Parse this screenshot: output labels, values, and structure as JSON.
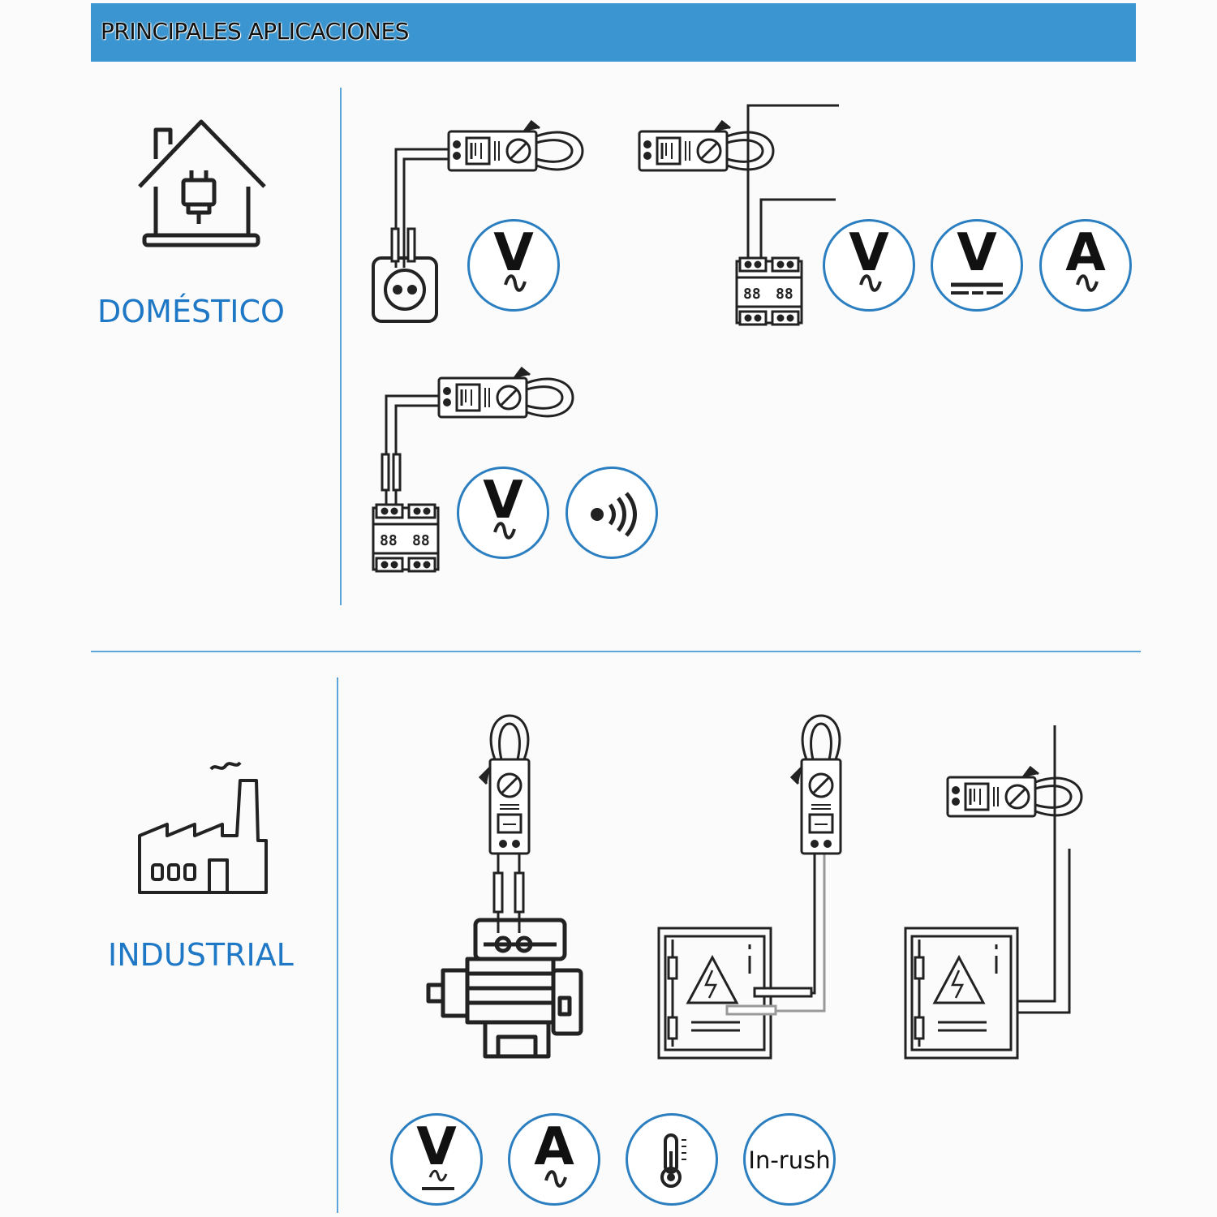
{
  "header": {
    "title": "PRINCIPALES APLICACIONES",
    "bar_color": "#3a95d0"
  },
  "sections": {
    "domestic": {
      "label": "DOMÉSTICO"
    },
    "industrial": {
      "label": "INDUSTRIAL"
    }
  },
  "badges": {
    "dom_socket_v": {
      "letter": "V",
      "icon": "ac-voltage-icon"
    },
    "dom_breaker_v_ac": {
      "letter": "V",
      "icon": "ac-voltage-icon"
    },
    "dom_breaker_v_dc": {
      "letter": "V",
      "icon": "dc-voltage-icon"
    },
    "dom_breaker_a": {
      "letter": "A",
      "icon": "ac-current-icon"
    },
    "dom_cont_v": {
      "letter": "V",
      "icon": "ac-voltage-icon"
    },
    "dom_cont_beep": {
      "icon": "continuity-beep-icon"
    },
    "ind_v_acdc": {
      "letter": "V",
      "icon": "ac-dc-voltage-icon"
    },
    "ind_a": {
      "letter": "A",
      "icon": "ac-current-icon"
    },
    "ind_temp": {
      "icon": "thermometer-icon"
    },
    "ind_inrush": {
      "text": "In-rush",
      "icon": "inrush-icon"
    }
  },
  "colors": {
    "accent": "#2b7fc1",
    "label": "#1f78c6",
    "divider": "#5ca5d8"
  }
}
